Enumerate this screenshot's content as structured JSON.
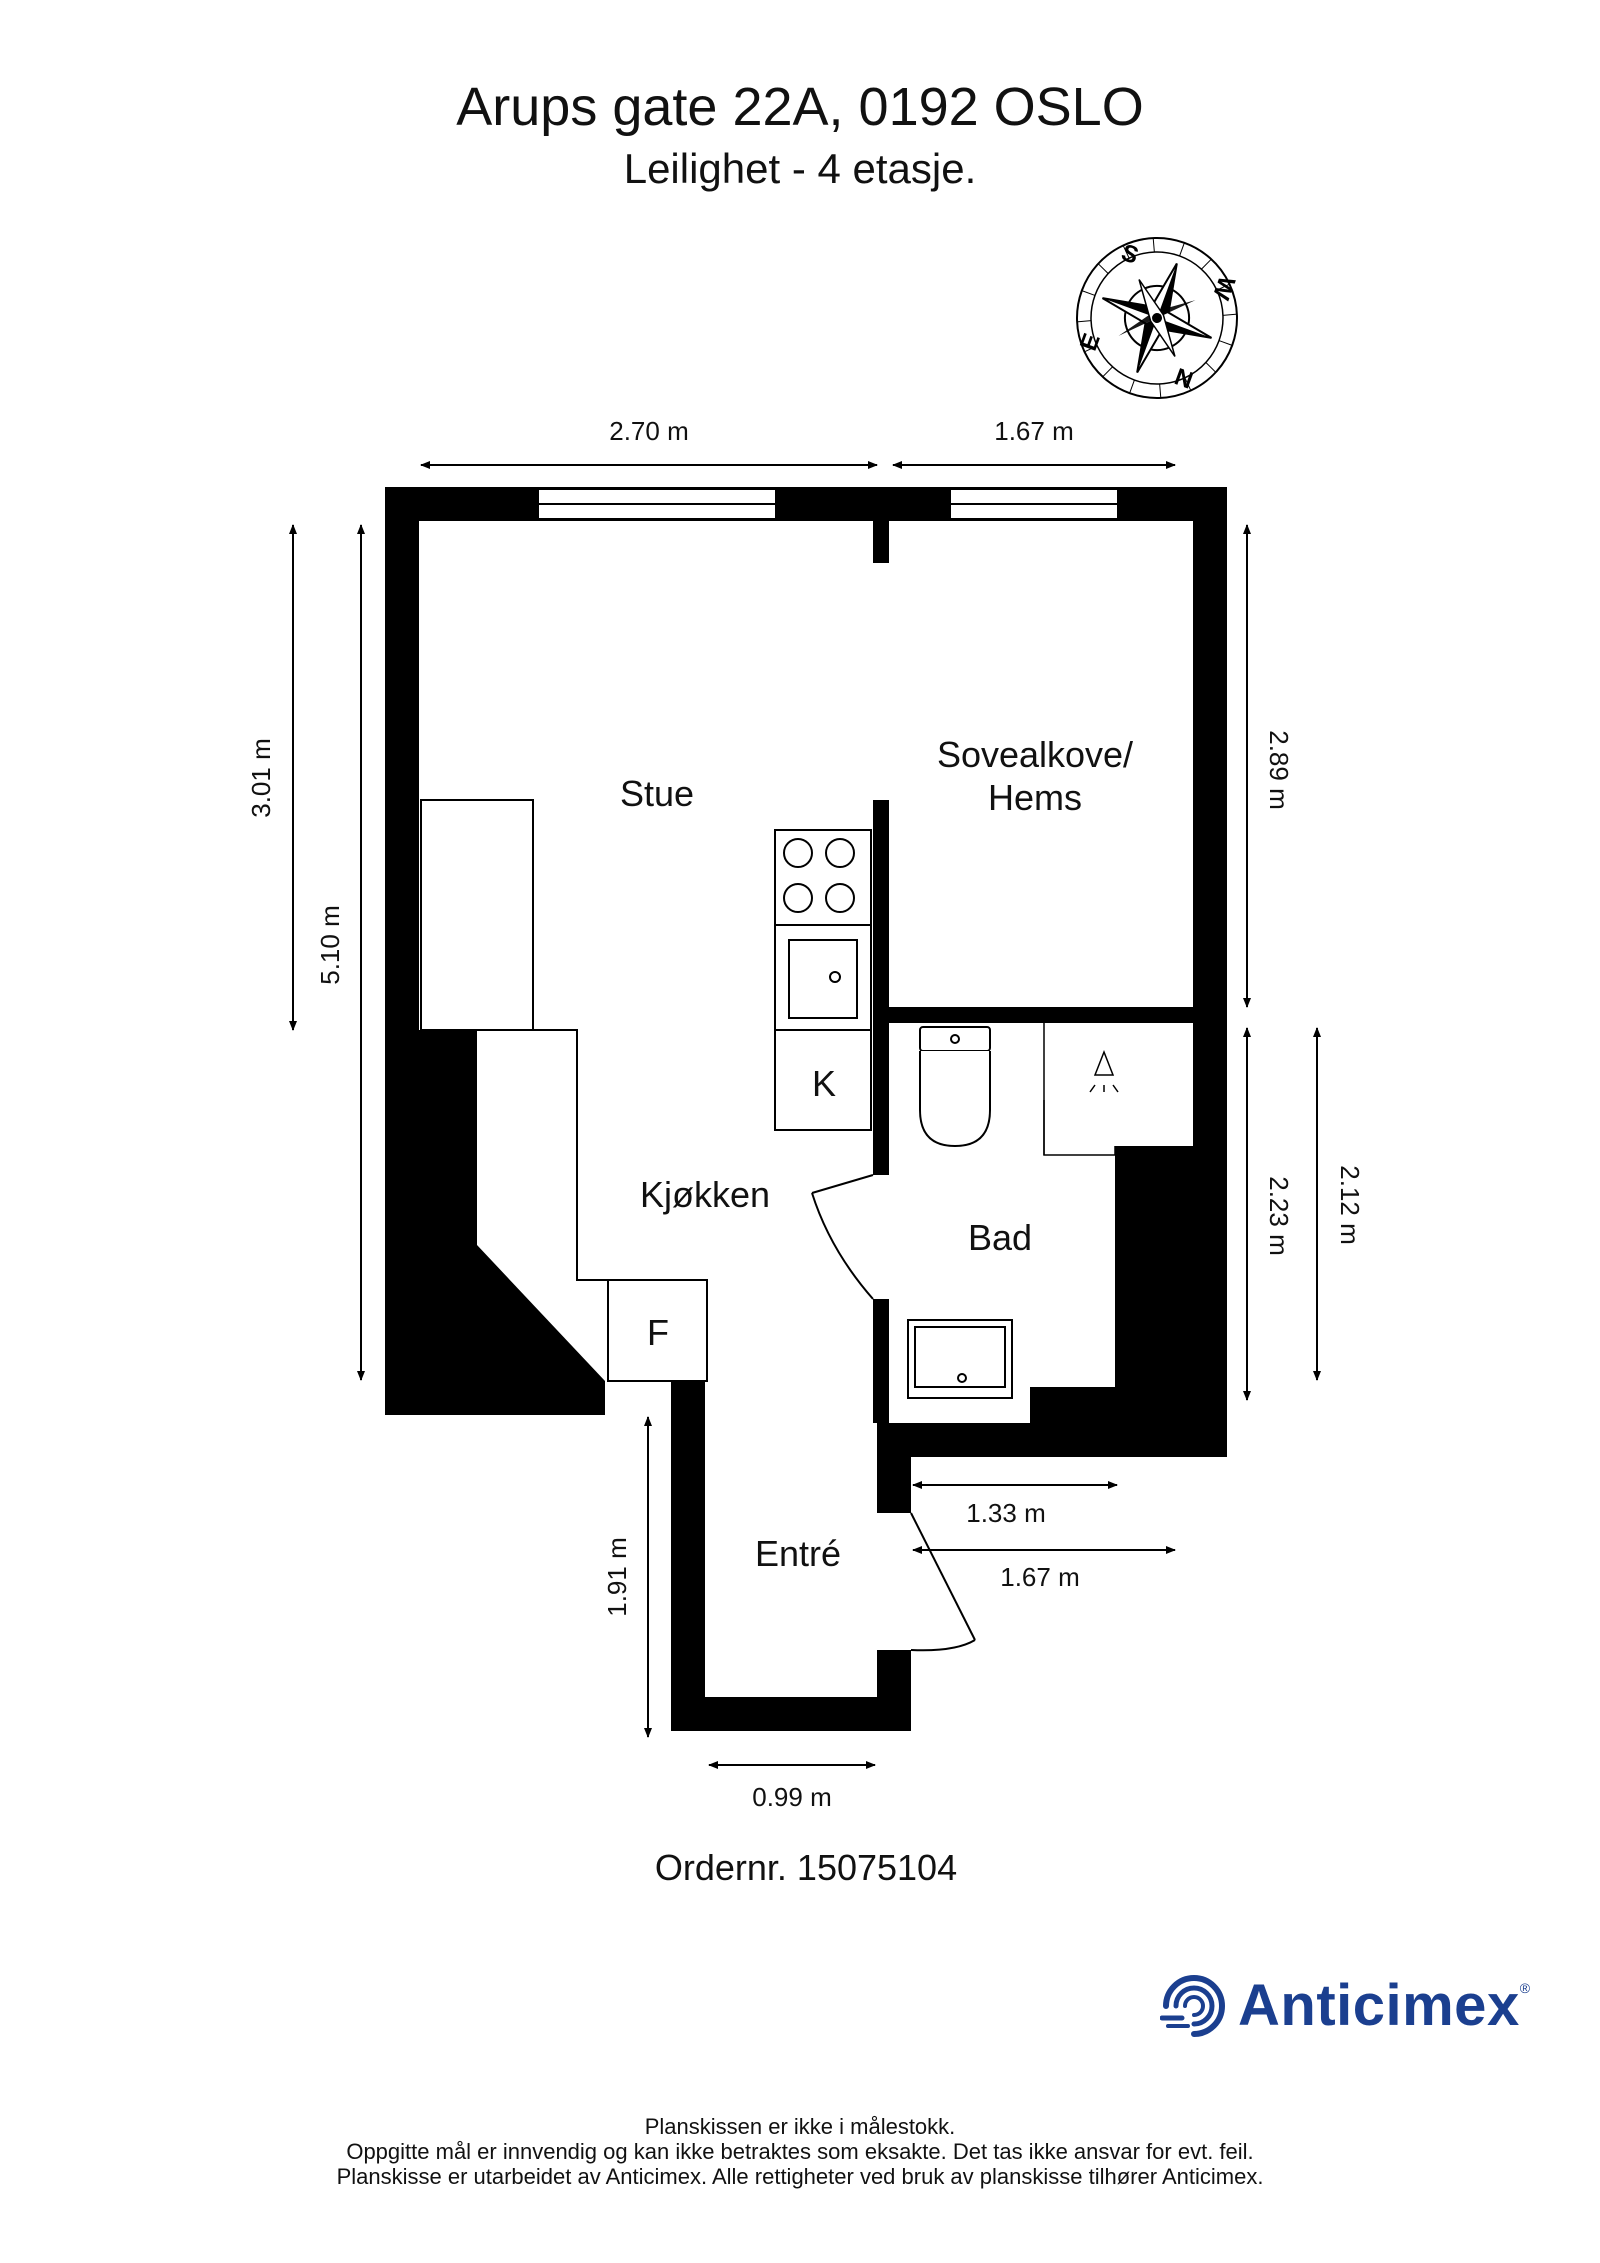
{
  "header": {
    "title": "Arups gate 22A, 0192 OSLO",
    "subtitle": "Leilighet  - 4 etasje."
  },
  "compass": {
    "labels": [
      "S",
      "W",
      "N",
      "E"
    ]
  },
  "rooms": {
    "stue": "Stue",
    "sovealkove_line1": "Sovealkove/",
    "sovealkove_line2": "Hems",
    "kjokken": "Kjøkken",
    "bad": "Bad",
    "entre": "Entré",
    "kitchen_k": "K",
    "fridge_f": "F"
  },
  "dimensions": {
    "top_left": "2.70 m",
    "top_right": "1.67 m",
    "left_outer": "3.01 m",
    "left_inner": "5.10 m",
    "right_upper": "2.89 m",
    "right_lower_inner": "2.23 m",
    "right_lower_outer": "2.12 m",
    "entry_bath_width": "1.33 m",
    "entry_right": "1.67 m",
    "entry_height": "1.91 m",
    "entry_width": "0.99 m"
  },
  "order": "Ordernr. 15075104",
  "brand": {
    "name": "Anticimex",
    "reg": "®",
    "color": "#1b3f8f"
  },
  "footer": {
    "line1": "Planskissen er ikke i målestokk.",
    "line2": "Oppgitte mål er innvendig og kan ikke betraktes som eksakte. Det tas ikke ansvar for evt. feil.",
    "line3": "Planskisse er utarbeidet av Anticimex. Alle rettigheter ved bruk av planskisse tilhører Anticimex."
  }
}
